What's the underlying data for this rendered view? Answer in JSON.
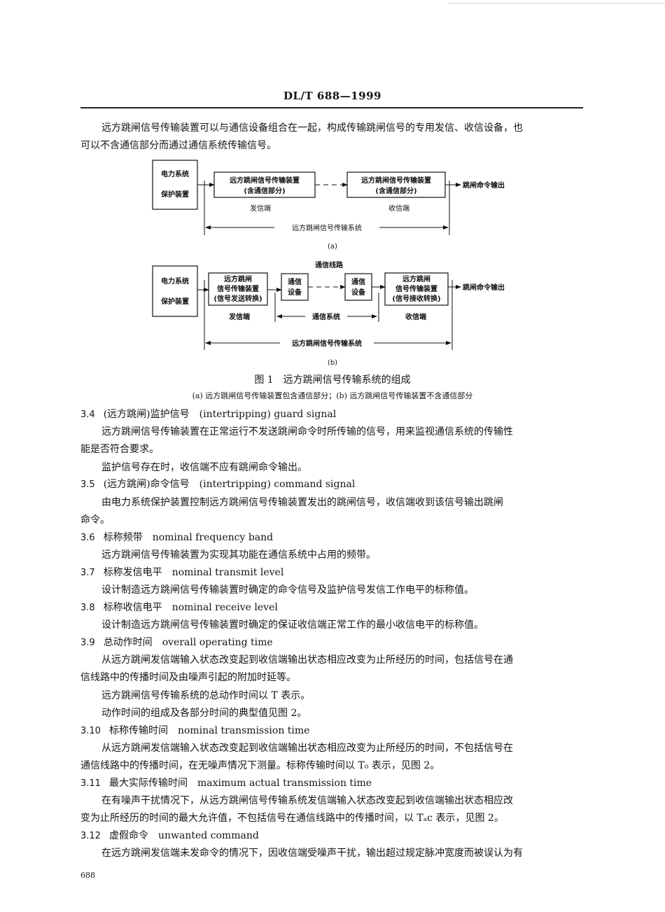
{
  "header": {
    "title": "DL/T 688—1999"
  },
  "intro": [
    "远方跳闸信号传输装置可以与通信设备组合在一起，构成传输跳闸信号的专用发信、收信设备，也",
    "可以不含通信部分而通过通信系统传输信号。"
  ],
  "figure": {
    "a": {
      "source_l1": "电力系统",
      "source_l2": "保护装置",
      "send_l1": "远方跳闸信号传输装置",
      "send_l2": "(含通信部分)",
      "recv_l1": "远方跳闸信号传输装置",
      "recv_l2": "(含通信部分)",
      "output": "跳闸命令输出",
      "send_end": "发信端",
      "recv_end": "收信端",
      "system": "远方跳闸信号传输系统",
      "label": "(a)"
    },
    "b": {
      "line_label": "通信线路",
      "source_l1": "电力系统",
      "source_l2": "保护装置",
      "send_l1": "远方跳闸",
      "send_l2": "信号传输装置",
      "send_l3": "(信号发送转换)",
      "comm1_l1": "通信",
      "comm1_l2": "设备",
      "comm2_l1": "通信",
      "comm2_l2": "设备",
      "recv_l1": "远方跳闸",
      "recv_l2": "信号传输装置",
      "recv_l3": "(信号接收转换)",
      "output": "跳闸命令输出",
      "send_end": "发信端",
      "comm_system": "通信系统",
      "recv_end": "收信端",
      "system": "远方跳闸信号传输系统",
      "label": "(b)"
    },
    "caption": "图 1　远方跳闸信号传输系统的组成",
    "subcaption": "(a) 远方跳闸信号传输装置包含通信部分；(b) 远方跳闸信号传输装置不含通信部分"
  },
  "sections": {
    "s34": {
      "num": "3.4",
      "title": "(远方跳闸)监护信号",
      "en": "(intertripping) guard signal"
    },
    "s34_body": [
      "远方跳闸信号传输装置在正常运行不发送跳闸命令时所传输的信号，用来监视通信系统的传输性",
      "能是否符合要求。"
    ],
    "s34_body2": "监护信号存在时，收信端不应有跳闸命令输出。",
    "s35": {
      "num": "3.5",
      "title": "(远方跳闸)命令信号",
      "en": "(intertripping) command signal"
    },
    "s35_body": [
      "由电力系统保护装置控制远方跳闸信号传输装置发出的跳闸信号，收信端收到该信号输出跳闸",
      "命令。"
    ],
    "s36": {
      "num": "3.6",
      "title": "标称频带",
      "en": "nominal frequency band"
    },
    "s36_body": "远方跳闸信号传输装置为实现其功能在通信系统中占用的频带。",
    "s37": {
      "num": "3.7",
      "title": "标称发信电平",
      "en": "nominal transmit level"
    },
    "s37_body": "设计制造远方跳闸信号传输装置时确定的命令信号及监护信号发信工作电平的标称值。",
    "s38": {
      "num": "3.8",
      "title": "标称收信电平",
      "en": "nominal receive level"
    },
    "s38_body": "设计制造远方跳闸信号传输装置时确定的保证收信端正常工作的最小收信电平的标称值。",
    "s39": {
      "num": "3.9",
      "title": "总动作时间",
      "en": "overall operating time"
    },
    "s39_body": [
      "从远方跳闸发信端输入状态改变起到收信端输出状态相应改变为止所经历的时间，包括信号在通",
      "信线路中的传播时间及由噪声引起的附加时延等。"
    ],
    "s39_body2": "远方跳闸信号传输系统的总动作时间以 T 表示。",
    "s39_body3": "动作时间的组成及各部分时间的典型值见图 2。",
    "s310": {
      "num": "3.10",
      "title": "标称传输时间",
      "en": "nominal transmission time"
    },
    "s310_body": [
      "从远方跳闸发信端输入状态改变起到收信端输出状态相应改变为止所经历的时间，不包括信号在",
      "通信线路中的传播时间，在无噪声情况下测量。标称传输时间以 T₀ 表示，见图 2。"
    ],
    "s311": {
      "num": "3.11",
      "title": "最大实际传输时间",
      "en": "maximum actual transmission time"
    },
    "s311_body": [
      "在有噪声干扰情况下，从远方跳闸信号传输系统发信端输入状态改变起到收信端输出状态相应改",
      "变为止所经历的时间的最大允许值，不包括信号在通信线路中的传播时间，以 Tₐc 表示，见图 2。"
    ],
    "s312": {
      "num": "3.12",
      "title": "虚假命令",
      "en": "unwanted command"
    },
    "s312_body": "在远方跳闸发信端未发命令的情况下，因收信端受噪声干扰，输出超过规定脉冲宽度而被误认为有"
  },
  "footer": {
    "page_number": "688"
  }
}
